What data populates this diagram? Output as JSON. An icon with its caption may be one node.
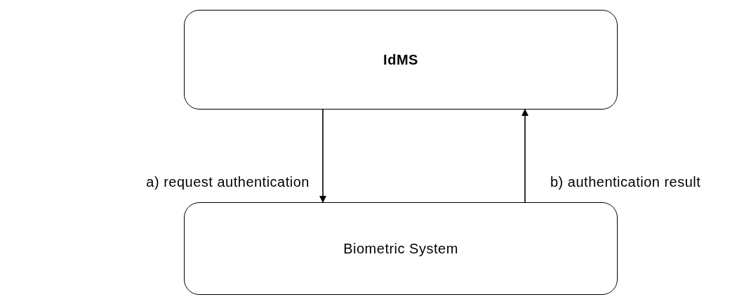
{
  "diagram": {
    "nodes": [
      {
        "text": [
          "IdMS"
        ]
      },
      {
        "text": [
          "Biometric System"
        ]
      }
    ],
    "edges": [
      {
        "from": 0,
        "to": 1,
        "arrow": "to",
        "label": "a) request authentication"
      },
      {
        "from": 1,
        "to": 0,
        "arrow": "to",
        "label": "b) authentication result"
      }
    ]
  }
}
